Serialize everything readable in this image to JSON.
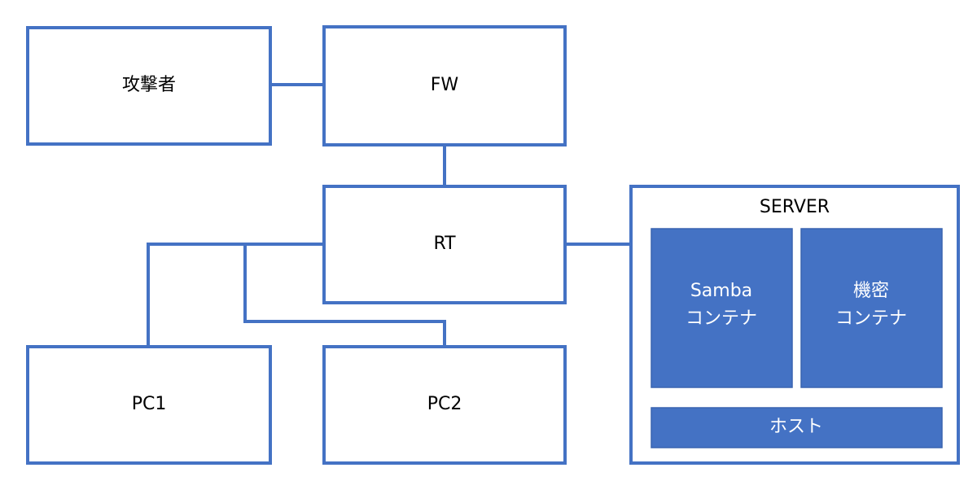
{
  "nodes": {
    "attacker": "攻撃者",
    "fw": "FW",
    "rt": "RT",
    "pc1": "PC1",
    "pc2": "PC2",
    "server": "SERVER"
  },
  "server_parts": {
    "samba_line1": "Samba",
    "samba_line2": "コンテナ",
    "secret_line1": "機密",
    "secret_line2": "コンテナ",
    "host": "ホスト"
  },
  "colors": {
    "line": "#4472c4",
    "fill": "#4472c4",
    "text": "#000000",
    "text_on_fill": "#ffffff"
  }
}
